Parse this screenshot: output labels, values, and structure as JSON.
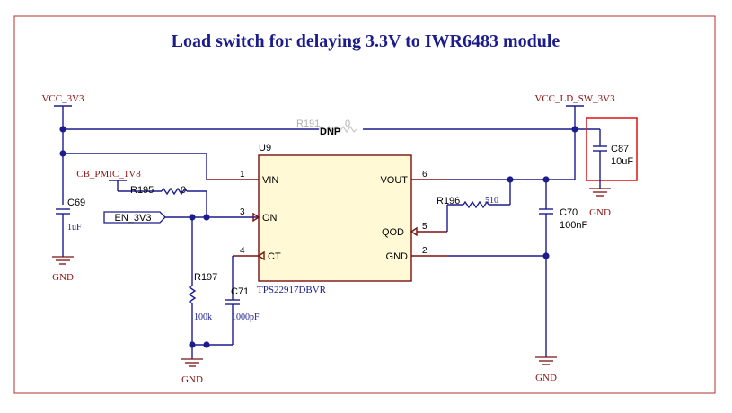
{
  "title": "Load switch for delaying 3.3V to IWR6483 module",
  "nets": {
    "vcc_3v3": "VCC_3V3",
    "vcc_ld_sw_3v3": "VCC_LD_SW_3V3",
    "cb_pmic_1v8": "CB_PMIC_1V8",
    "en_3v3": "EN_3V3",
    "gnd": "GND"
  },
  "ic": {
    "ref": "U9",
    "part": "TPS22917DBVR",
    "pins": [
      {
        "num": "1",
        "name": "VIN"
      },
      {
        "num": "3",
        "name": "ON"
      },
      {
        "num": "4",
        "name": "CT"
      },
      {
        "num": "6",
        "name": "VOUT"
      },
      {
        "num": "5",
        "name": "QOD"
      },
      {
        "num": "2",
        "name": "GND"
      }
    ]
  },
  "components": {
    "r191": {
      "ref": "R191",
      "value": "0",
      "note": "DNP"
    },
    "r195": {
      "ref": "R195",
      "value": "0"
    },
    "r196": {
      "ref": "R196",
      "value": "510"
    },
    "r197": {
      "ref": "R197",
      "value": "100k"
    },
    "c69": {
      "ref": "C69",
      "value": "1uF"
    },
    "c70": {
      "ref": "C70",
      "value": "100nF"
    },
    "c71": {
      "ref": "C71",
      "value": "1000pF"
    },
    "c87": {
      "ref": "C87",
      "value": "10uF"
    }
  },
  "colors": {
    "wire": "#1c1c8c",
    "frame": "#b03030",
    "chip_fill": "#fff9d6",
    "highlight": "#e02020",
    "net_label": "#8b1010"
  }
}
